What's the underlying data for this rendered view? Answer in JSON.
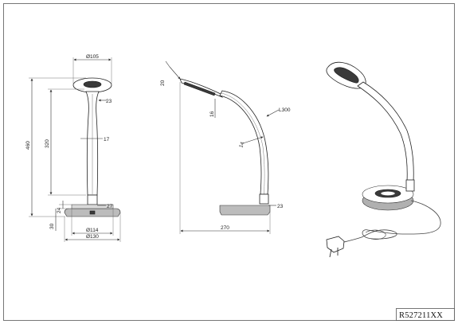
{
  "front_view": {
    "head_diameter": "Ø105",
    "neck_width": "23",
    "height_total": "460",
    "height_arm": "320",
    "arm_width": "17",
    "base_top_width": "27",
    "base_step": "24",
    "base_height": "30",
    "base_top_diameter": "Ø114",
    "base_diameter": "Ø130"
  },
  "side_view": {
    "head_height": "20",
    "head_offset": "16",
    "arm_length": "L300",
    "arm_diameter": "14",
    "base_top_width": "23",
    "depth": "270"
  },
  "product_code": "R527211XX",
  "colors": {
    "line": "#333333",
    "dark_fill": "#3a3a3a",
    "grey_fill": "#bcbcbc"
  }
}
